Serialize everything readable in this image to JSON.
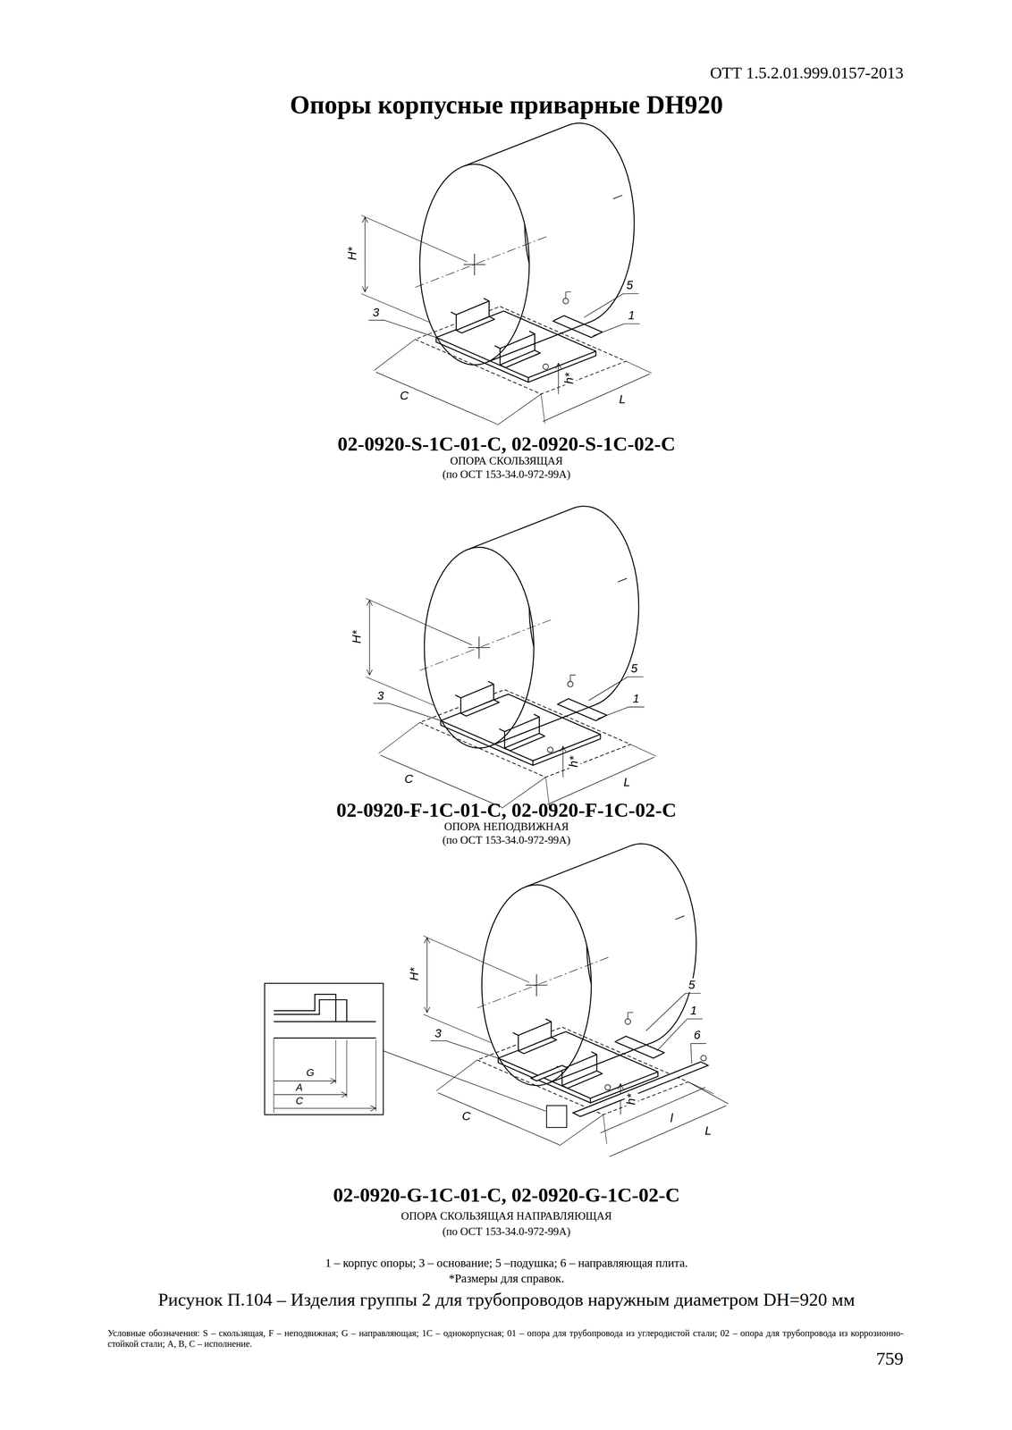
{
  "diagram": {
    "title": "Опоры корпусные приварные DH920",
    "caption": "Рисунок П.104 – Изделия группы 2 для трубопроводов наружным диаметром DH=920 мм",
    "labels": [
      "ОТТ 1.5.2.01.999.0157-2013",
      "H*",
      "5",
      "1",
      "3",
      "h*",
      "C",
      "L",
      "02-0920-S-1C-01-C, 02-0920-S-1C-02-C",
      "ОПОРА СКОЛЬЗЯЩАЯ",
      "(по ОСТ 153-34.0-972-99А)",
      "H*",
      "5",
      "1",
      "3",
      "h*",
      "C",
      "L",
      "02-0920-F-1C-01-C, 02-0920-F-1C-02-C",
      "ОПОРА НЕПОДВИЖНАЯ",
      "(по ОСТ 153-34.0-972-99А)",
      "G",
      "A",
      "C",
      "H*",
      "5",
      "1",
      "6",
      "3",
      "h*",
      "C",
      "l",
      "L",
      "02-0920-G-1C-01-C, 02-0920-G-1C-02-C",
      "ОПОРА СКОЛЬЗЯЩАЯ НАПРАВЛЯЮЩАЯ",
      "(по ОСТ 153-34.0-972-99А)",
      "1 – корпус опоры; 3 – основание; 5 –подушка; 6 – направляющая плита.",
      "*Размеры для справок.",
      "Условные обозначения: S – скользящая, F – неподвижная; G – направляющая; 1С – однокорпусная; 01 – опора для трубопровода из углеродистой стали; 02 – опора для трубопровода из коррозионно-стойкой стали; А, В, С – исполнение.",
      "759"
    ]
  }
}
